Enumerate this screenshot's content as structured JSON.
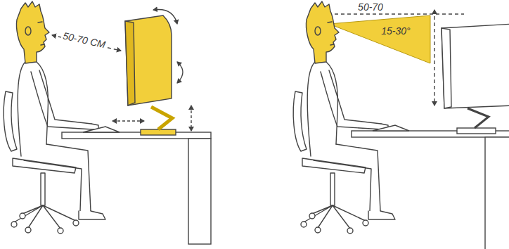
{
  "diagram": {
    "labels": [
      "50-70 CM",
      "50-70",
      "15-30°"
    ]
  }
}
